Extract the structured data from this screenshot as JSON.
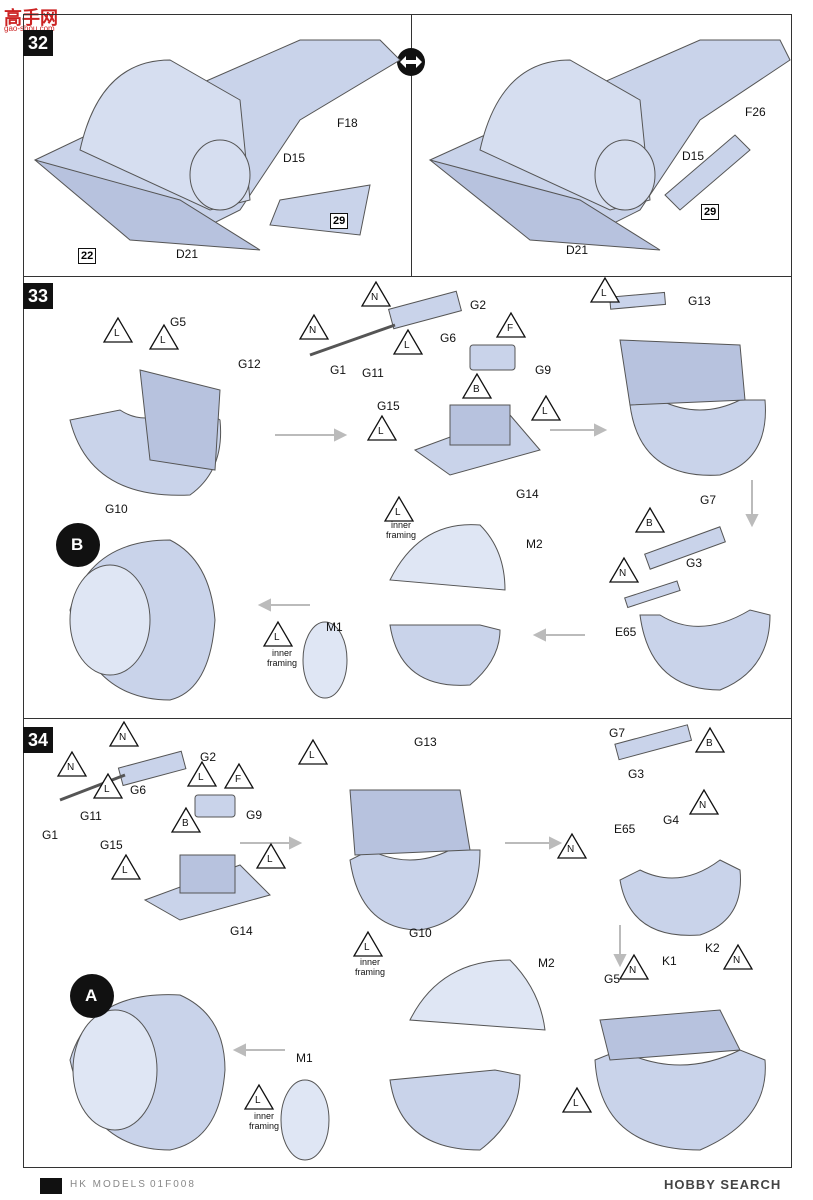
{
  "watermark": {
    "title": "高手网",
    "url": "gao-shou.com"
  },
  "steps": {
    "s32": "32",
    "s33": "33",
    "s34": "34"
  },
  "step32": {
    "left": {
      "f18": "F18",
      "d15": "D15",
      "d21": "D21",
      "box22": "22",
      "box29": "29"
    },
    "right": {
      "f26": "F26",
      "d15": "D15",
      "d21": "D21",
      "box29": "29"
    }
  },
  "step33": {
    "g5": "G5",
    "g12": "G12",
    "g10": "G10",
    "g2": "G2",
    "g1": "G1",
    "g6": "G6",
    "g11": "G11",
    "g9": "G9",
    "g15": "G15",
    "g14": "G14",
    "g13": "G13",
    "g7": "G7",
    "g3": "G3",
    "e65": "E65",
    "m2": "M2",
    "m1": "M1",
    "inner_framing": "inner framing",
    "marker": "B"
  },
  "step34": {
    "g2": "G2",
    "g1": "G1",
    "g6": "G6",
    "g11": "G11",
    "g9": "G9",
    "g15": "G15",
    "g14": "G14",
    "g13": "G13",
    "g10": "G10",
    "g7": "G7",
    "g3": "G3",
    "e65": "E65",
    "g4": "G4",
    "m2": "M2",
    "m1": "M1",
    "k1": "K1",
    "k2": "K2",
    "g5": "G5",
    "inner_framing": "inner framing",
    "marker": "A"
  },
  "paint_codes": {
    "L": "L",
    "N": "N",
    "F": "F",
    "B": "B"
  },
  "footer": {
    "brand": "HK MODELS",
    "code": "01F008",
    "site": "HOBBY SEARCH"
  },
  "colors": {
    "part": "#c9d3ea",
    "part_dark": "#a9b4cf",
    "line": "#333333"
  }
}
